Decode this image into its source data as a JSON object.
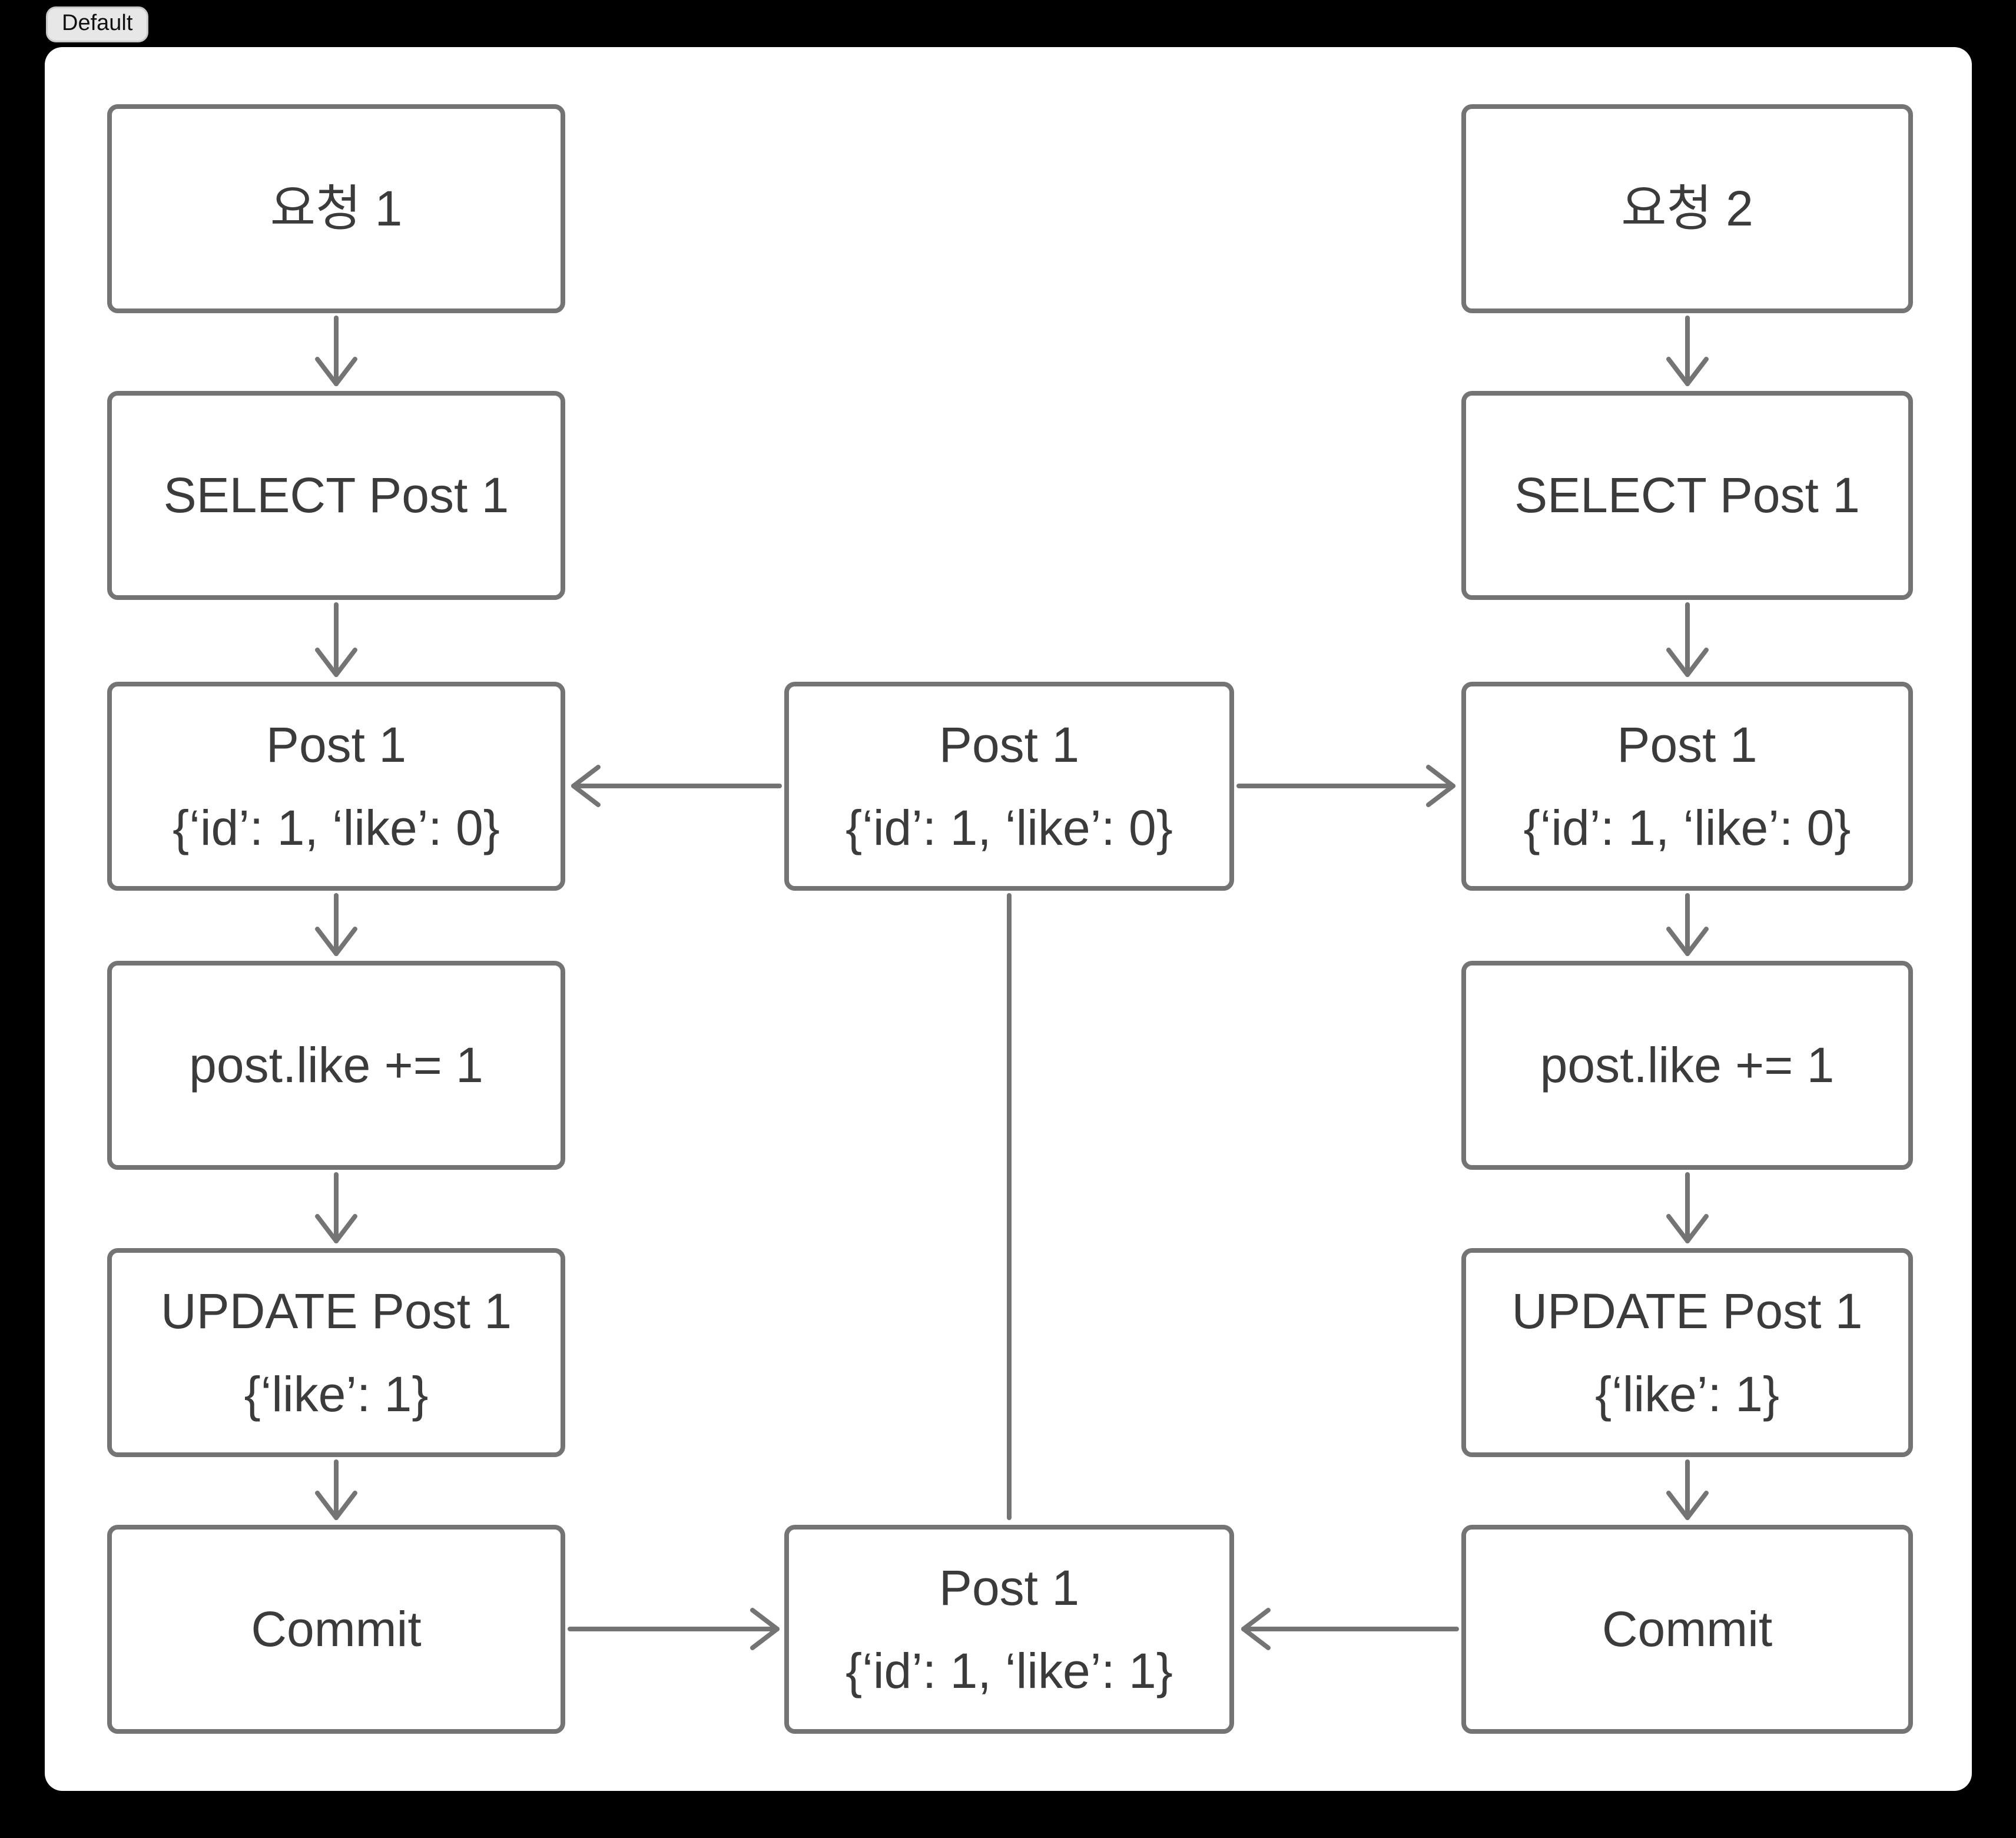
{
  "badge": {
    "label": "Default"
  },
  "colors": {
    "page_background": "#000000",
    "canvas_background": "#ffffff",
    "node_border": "#747474",
    "node_text": "#3b3b3b",
    "arrow": "#747474",
    "badge_background": "#e7e7e7",
    "badge_border": "#c9c9c9",
    "badge_text": "#111111"
  },
  "nodes": {
    "left": [
      {
        "line1": "요청 1"
      },
      {
        "line1": "SELECT Post 1"
      },
      {
        "line1": "Post 1",
        "line2": "{‘id’: 1, ‘like’: 0}"
      },
      {
        "line1": "post.like += 1"
      },
      {
        "line1": "UPDATE Post 1",
        "line2": "{‘like’: 1}"
      },
      {
        "line1": "Commit"
      }
    ],
    "right": [
      {
        "line1": "요청 2"
      },
      {
        "line1": "SELECT Post 1"
      },
      {
        "line1": "Post 1",
        "line2": "{‘id’: 1, ‘like’: 0}"
      },
      {
        "line1": "post.like += 1"
      },
      {
        "line1": "UPDATE Post 1",
        "line2": "{‘like’: 1}"
      },
      {
        "line1": "Commit"
      }
    ],
    "center": {
      "db_before": {
        "line1": "Post 1",
        "line2": "{‘id’: 1, ‘like’: 0}"
      },
      "db_after": {
        "line1": "Post 1",
        "line2": "{‘id’: 1, ‘like’: 1}"
      }
    }
  }
}
